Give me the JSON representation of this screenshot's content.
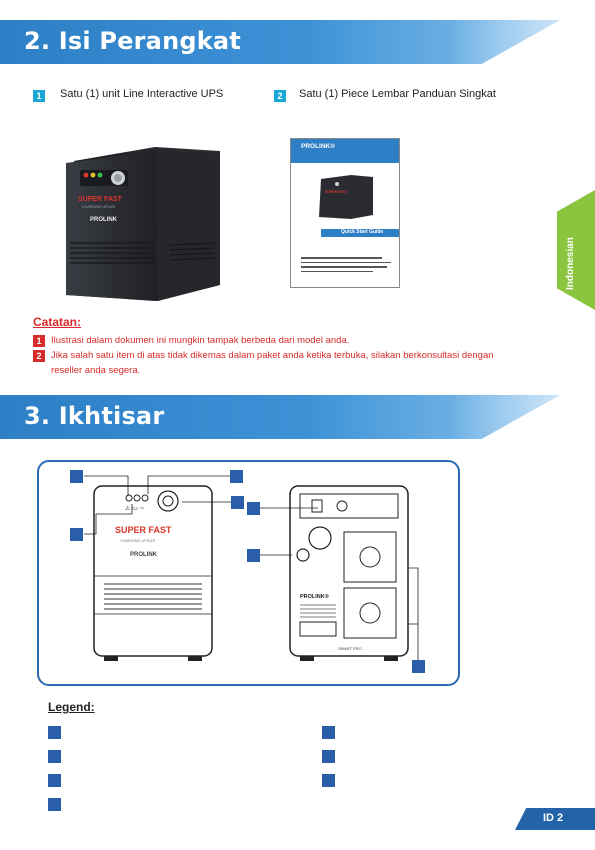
{
  "section2": {
    "title": "2. Isi Perangkat",
    "items": [
      {
        "num": "1",
        "text": "Satu (1) unit Line Interactive UPS"
      },
      {
        "num": "2",
        "text": "Satu (1) Piece Lembar Panduan Singkat"
      }
    ]
  },
  "guide": {
    "brand": "PROLINK®",
    "subtitle": "Quick Start Guide"
  },
  "ups_front": {
    "brand_super": "SUPER FAST",
    "tagline": "CHARGING UPSIZE",
    "logo": "PROLINK"
  },
  "ups_back": {
    "logo": "PROLINK®",
    "label": "SMART PRO"
  },
  "side_tab": "Indonesian",
  "notes": {
    "title": "Catatan:",
    "items": [
      {
        "num": "1",
        "text": "Ilustrasi dalam dokumen ini mungkin tampak berbeda dari model anda."
      },
      {
        "num": "2",
        "text": "Jika salah satu item di atas tidak dikemas dalam paket anda ketika terbuka, silakan berkonsultasi dengan reseller anda segera."
      }
    ]
  },
  "section3": {
    "title": "3. Ikhtisar"
  },
  "legend": {
    "title": "Legend:"
  },
  "footer": {
    "page": "ID 2"
  },
  "colors": {
    "accent_blue": "#2e7fc6",
    "number_cyan": "#19a7d8",
    "note_red": "#d52b2b",
    "tab_green": "#8bc53f",
    "marker_navy": "#2b5ea8"
  }
}
